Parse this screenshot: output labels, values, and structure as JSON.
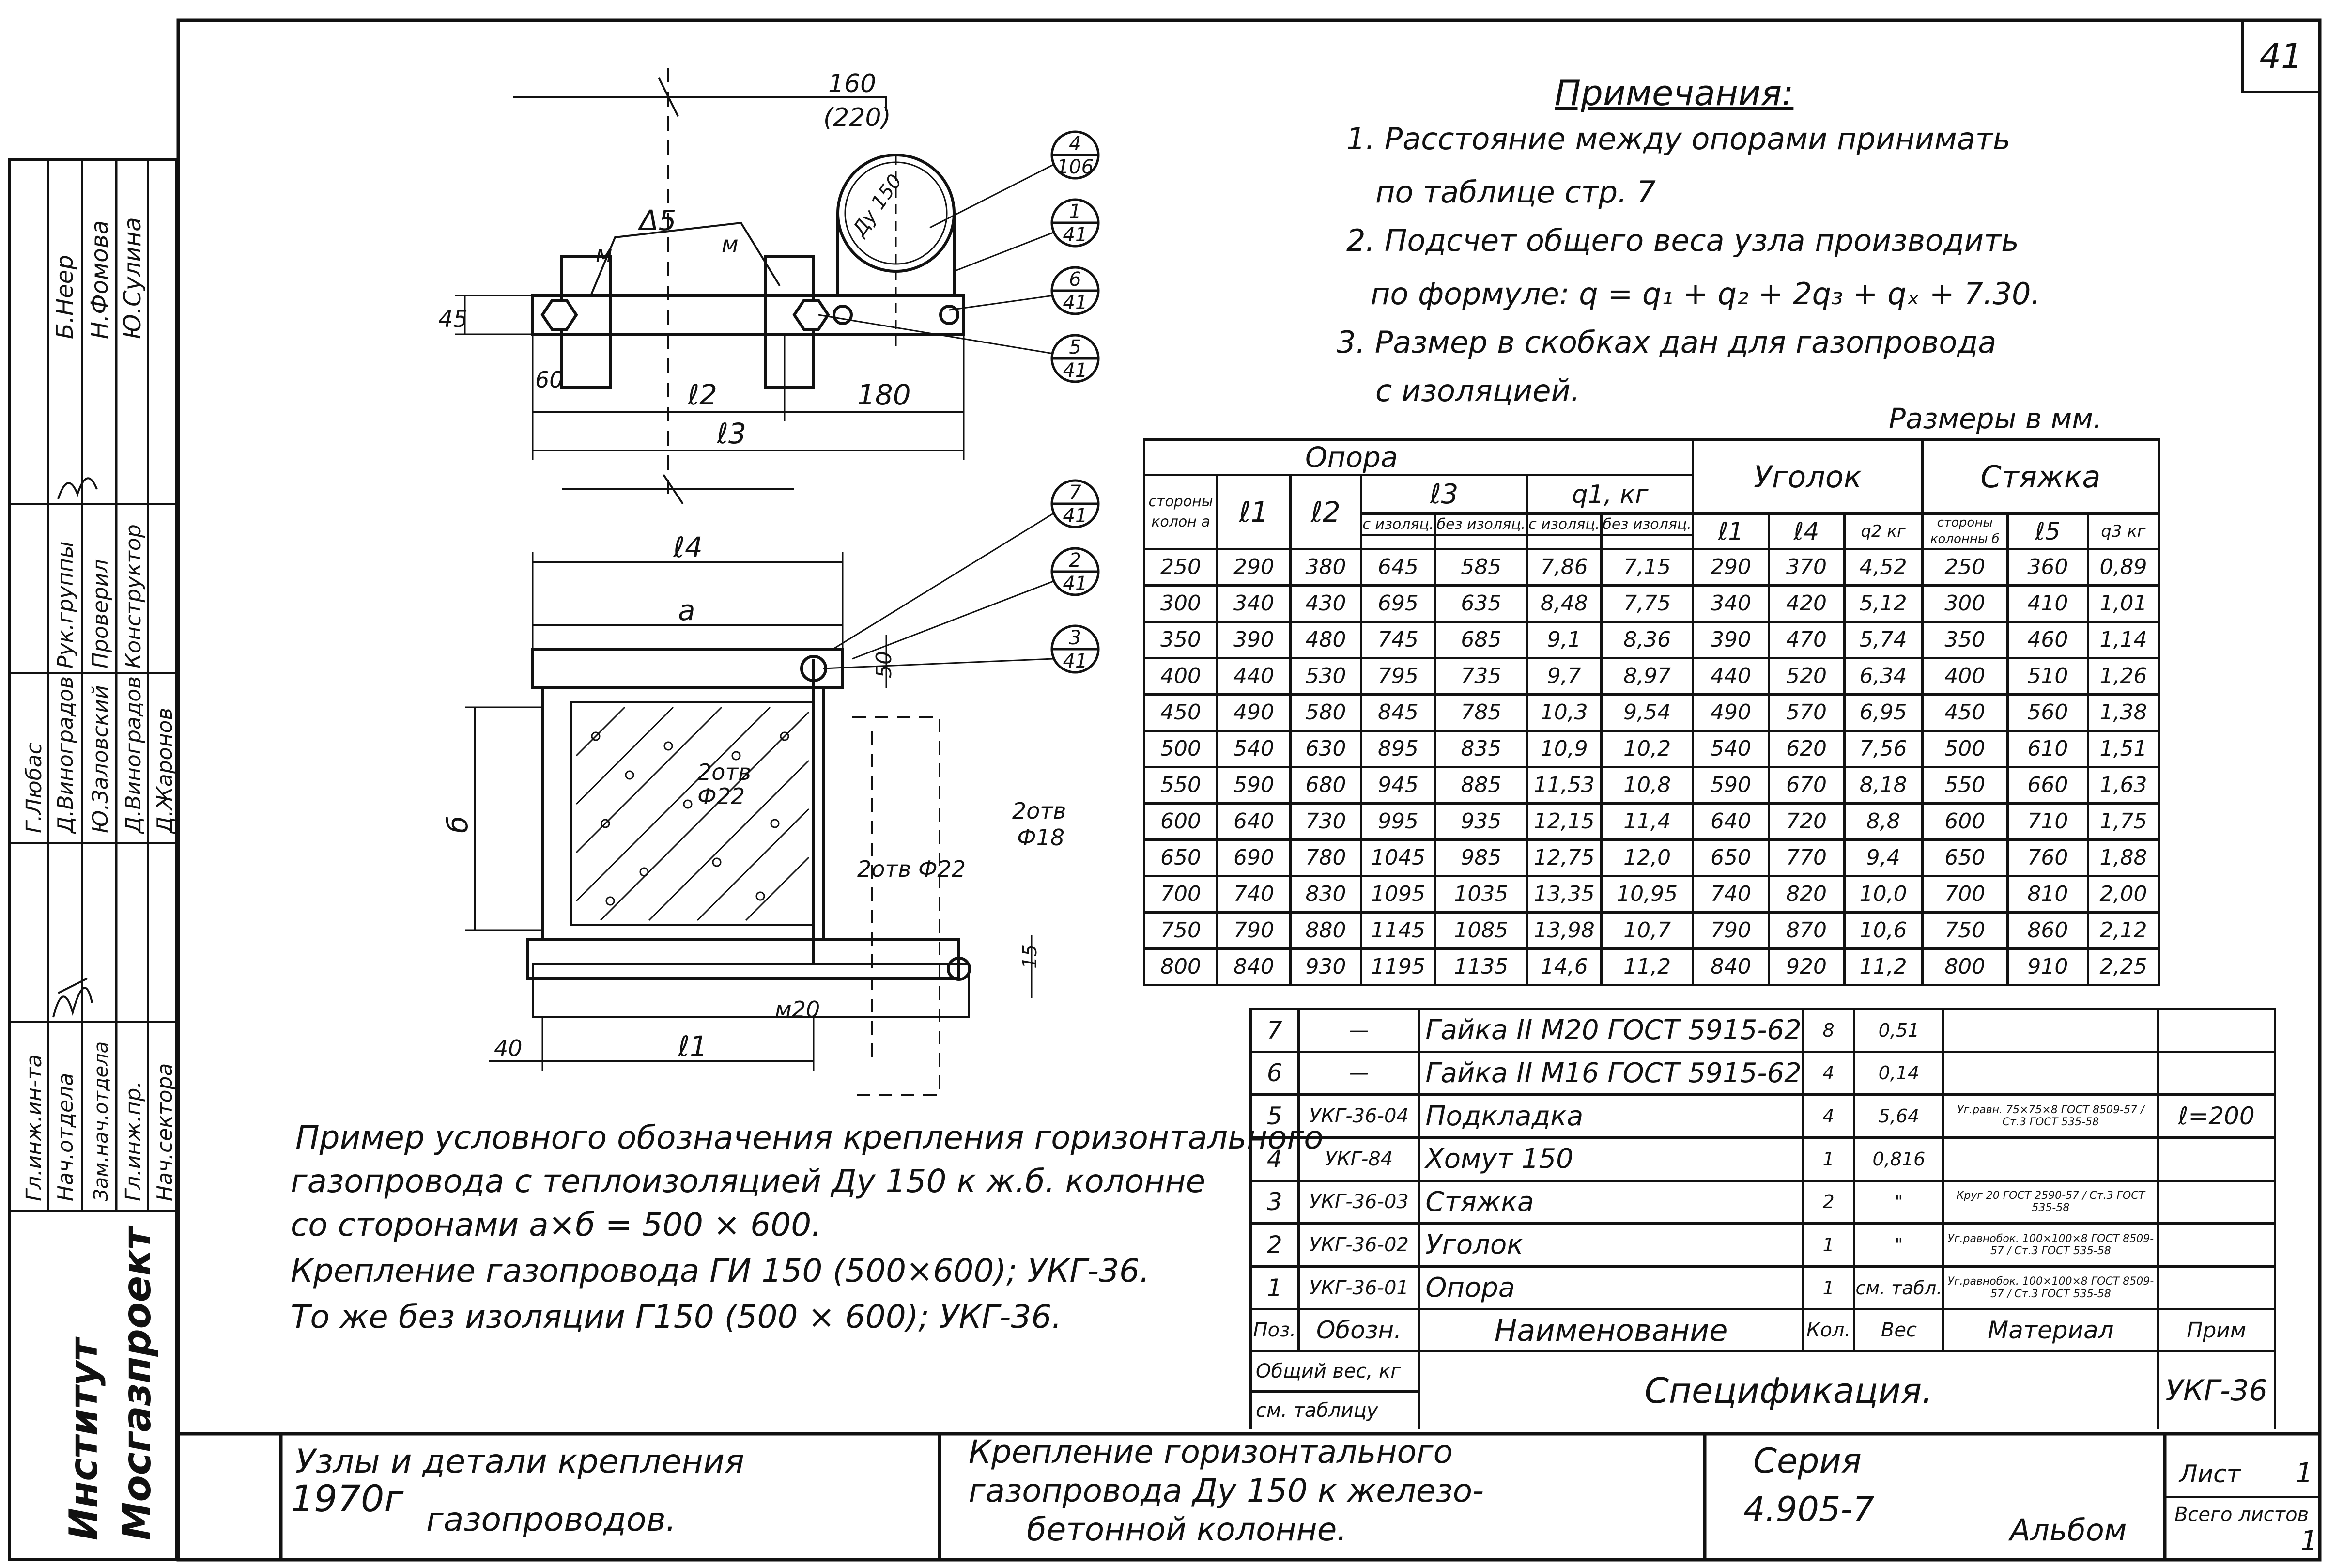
{
  "sheet_number": "41",
  "notes": {
    "title": "Примечания:",
    "lines": [
      "1. Расстояние между опорами принимать",
      "по таблице стр. 7",
      "2. Подсчет общего веса узла производить",
      "по формуле: q = q₁ + q₂ + 2q₃ + qₓ + 7.30.",
      "3. Размер в скобках дан для газопровода",
      "с изоляцией."
    ]
  },
  "units_note": "Размеры в мм.",
  "drawing": {
    "labels": {
      "dim_160": "160",
      "dim_220": "(220)",
      "weld": "Δ5",
      "m1": "м",
      "m2": "м",
      "dy": "Ду 150",
      "h45": "45",
      "d60": "60",
      "l2": "ℓ2",
      "d180": "180",
      "l3": "ℓ3",
      "l4": "ℓ4",
      "a": "а",
      "d50": "50",
      "hole1": "2отв",
      "hole1b": "Ф22",
      "b": "б",
      "hole2": "2отв Ф22",
      "hole3": "2отв",
      "hole3b": "Ф18",
      "d15": "15",
      "m20": "м20",
      "d40": "40",
      "l1": "ℓ1"
    },
    "callouts": [
      {
        "top": "4",
        "bottom": "106"
      },
      {
        "top": "1",
        "bottom": "41"
      },
      {
        "top": "6",
        "bottom": "41"
      },
      {
        "top": "5",
        "bottom": "41"
      },
      {
        "top": "7",
        "bottom": "41"
      },
      {
        "top": "2",
        "bottom": "41"
      },
      {
        "top": "3",
        "bottom": "41"
      }
    ]
  },
  "dim_table": {
    "group_headers": {
      "opora": "Опора",
      "ugolok": "Уголок",
      "styazhka": "Стяжка"
    },
    "sub_headers": {
      "side": "стороны колон а",
      "l1": "ℓ1",
      "l2": "ℓ2",
      "l3": "ℓ3",
      "q1": "q1, кг",
      "with_iso": "с изоляц.",
      "without_iso": "без изоляц.",
      "q1_with": "с изоляц.",
      "q1_without": "без изоляц.",
      "u_l1": "ℓ1",
      "u_l4": "ℓ4",
      "u_q2": "q2 кг",
      "s_side": "стороны колонны б",
      "s_l5": "ℓ5",
      "s_q3": "q3 кг"
    },
    "rows": [
      [
        "250",
        "290",
        "380",
        "645",
        "585",
        "7,86",
        "7,15",
        "290",
        "370",
        "4,52",
        "250",
        "360",
        "0,89"
      ],
      [
        "300",
        "340",
        "430",
        "695",
        "635",
        "8,48",
        "7,75",
        "340",
        "420",
        "5,12",
        "300",
        "410",
        "1,01"
      ],
      [
        "350",
        "390",
        "480",
        "745",
        "685",
        "9,1",
        "8,36",
        "390",
        "470",
        "5,74",
        "350",
        "460",
        "1,14"
      ],
      [
        "400",
        "440",
        "530",
        "795",
        "735",
        "9,7",
        "8,97",
        "440",
        "520",
        "6,34",
        "400",
        "510",
        "1,26"
      ],
      [
        "450",
        "490",
        "580",
        "845",
        "785",
        "10,3",
        "9,54",
        "490",
        "570",
        "6,95",
        "450",
        "560",
        "1,38"
      ],
      [
        "500",
        "540",
        "630",
        "895",
        "835",
        "10,9",
        "10,2",
        "540",
        "620",
        "7,56",
        "500",
        "610",
        "1,51"
      ],
      [
        "550",
        "590",
        "680",
        "945",
        "885",
        "11,53",
        "10,8",
        "590",
        "670",
        "8,18",
        "550",
        "660",
        "1,63"
      ],
      [
        "600",
        "640",
        "730",
        "995",
        "935",
        "12,15",
        "11,4",
        "640",
        "720",
        "8,8",
        "600",
        "710",
        "1,75"
      ],
      [
        "650",
        "690",
        "780",
        "1045",
        "985",
        "12,75",
        "12,0",
        "650",
        "770",
        "9,4",
        "650",
        "760",
        "1,88"
      ],
      [
        "700",
        "740",
        "830",
        "1095",
        "1035",
        "13,35",
        "10,95",
        "740",
        "820",
        "10,0",
        "700",
        "810",
        "2,00"
      ],
      [
        "750",
        "790",
        "880",
        "1145",
        "1085",
        "13,98",
        "10,7",
        "790",
        "870",
        "10,6",
        "750",
        "860",
        "2,12"
      ],
      [
        "800",
        "840",
        "930",
        "1195",
        "1135",
        "14,6",
        "11,2",
        "840",
        "920",
        "11,2",
        "800",
        "910",
        "2,25"
      ]
    ]
  },
  "spec": {
    "rows": [
      {
        "pos": "7",
        "code": "—",
        "name": "Гайка II М20 ГОСТ 5915-62",
        "qty": "8",
        "mass": "0,51",
        "material": "",
        "note": ""
      },
      {
        "pos": "6",
        "code": "—",
        "name": "Гайка II М16 ГОСТ 5915-62",
        "qty": "4",
        "mass": "0,14",
        "material": "",
        "note": ""
      },
      {
        "pos": "5",
        "code": "УКГ-36-04",
        "name": "Подкладка",
        "qty": "4",
        "mass": "5,64",
        "material": "Уг.равн. 75×75×8 ГОСТ 8509-57 / Ст.3 ГОСТ 535-58",
        "note": "ℓ=200"
      },
      {
        "pos": "4",
        "code": "УКГ-84",
        "name": "Хомут 150",
        "qty": "1",
        "mass": "0,816",
        "material": "",
        "note": ""
      },
      {
        "pos": "3",
        "code": "УКГ-36-03",
        "name": "Стяжка",
        "qty": "2",
        "mass": "\"",
        "material": "Круг 20 ГОСТ 2590-57 / Ст.3 ГОСТ 535-58",
        "note": ""
      },
      {
        "pos": "2",
        "code": "УКГ-36-02",
        "name": "Уголок",
        "qty": "1",
        "mass": "\"",
        "material": "Уг.равнобок. 100×100×8 ГОСТ 8509-57 / Ст.3 ГОСТ 535-58",
        "note": ""
      },
      {
        "pos": "1",
        "code": "УКГ-36-01",
        "name": "Опора",
        "qty": "1",
        "mass": "см. табл.",
        "material": "Уг.равнобок. 100×100×8 ГОСТ 8509-57 / Ст.3 ГОСТ 535-58",
        "note": ""
      }
    ],
    "header": {
      "pos": "Поз.",
      "code": "Обозн.",
      "name": "Наименование",
      "qty": "Кол.",
      "mass": "Вес",
      "material": "Материал",
      "note": "Прим"
    },
    "total_weight": "Общий вес, кг",
    "see_table": "см. таблицу",
    "title": "Спецификация.",
    "code": "УКГ-36"
  },
  "example": {
    "lines": [
      "Пример условного обозначения крепления горизонтального",
      "газопровода с теплоизоляцией Ду 150 к ж.б. колонне",
      "со сторонами а×б = 500 × 600.",
      "Крепление газопровода ГИ 150 (500×600); УКГ-36.",
      "То же без изоляции Г150 (500 × 600); УКГ-36."
    ]
  },
  "side_stamp": {
    "roles": [
      "Гл.инж.ин-та",
      "Нач.отдела",
      "Зам.нач.отдела",
      "Гл.инж.пр.",
      "Нач.сектора",
      "Рук.группы",
      "Проверил",
      "Конструктор"
    ],
    "names": [
      "Г.Любас",
      "Д.Виноградов",
      "Ю.Заловский",
      "Д.Виноградов",
      "Д.Жаронов",
      "Б.Неер",
      "Н.Фомова",
      "Ю.Сулина"
    ],
    "institute1": "Институт",
    "institute2": "Мосгазпроект"
  },
  "title_block": {
    "year": "1970г",
    "album_title": "Узлы и детали крепления газопроводов.",
    "drawing_title1": "Крепление горизонтального",
    "drawing_title2": "газопровода Ду 150 к железо-",
    "drawing_title3": "бетонной колонне.",
    "series_label": "Серия",
    "series_value": "4.905-7",
    "album": "Альбом",
    "sheet_label": "Лист",
    "sheet_value": "1",
    "total_label": "Всего листов",
    "total_value": "1"
  }
}
